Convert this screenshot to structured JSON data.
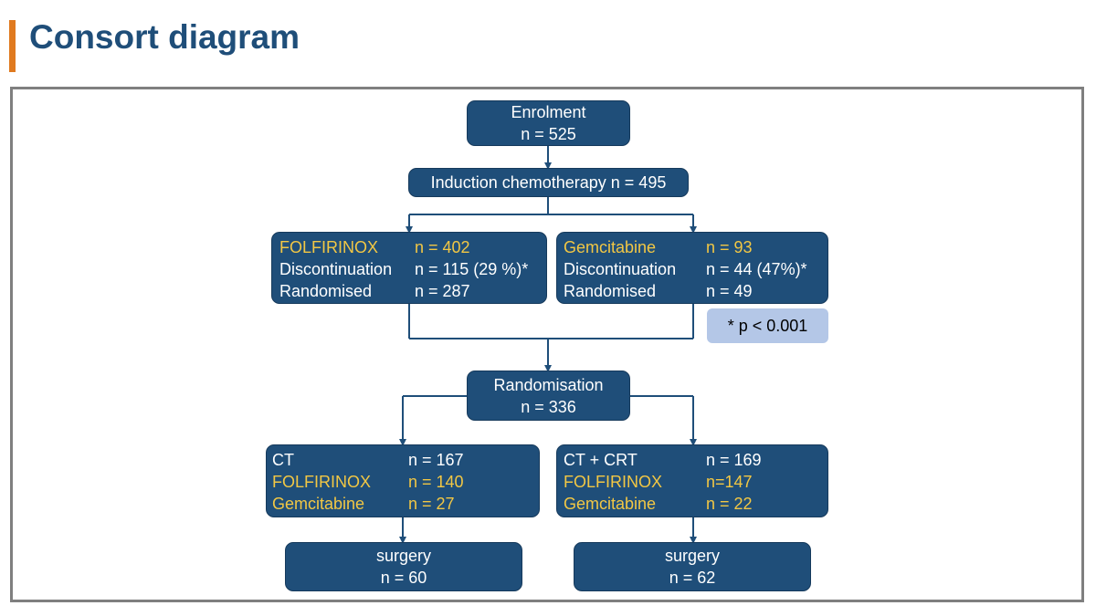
{
  "header": {
    "title": "Consort diagram"
  },
  "colors": {
    "box": "#1f4e79",
    "highlight": "#f2c744",
    "accent_bar": "#e07a1f",
    "note_bg": "#b4c7e7",
    "frame": "#7f7f7f"
  },
  "diagram": {
    "enrolment": {
      "label": "Enrolment",
      "value": "n = 525"
    },
    "induction": {
      "label": "Induction chemotherapy n = 495"
    },
    "folfirinox_arm": {
      "rows": [
        {
          "label": "FOLFIRINOX",
          "value": "n = 402"
        },
        {
          "label": "Discontinuation",
          "value": "n = 115 (29 %)*"
        },
        {
          "label": "Randomised",
          "value": "n = 287"
        }
      ]
    },
    "gemcitabine_arm": {
      "rows": [
        {
          "label": "Gemcitabine",
          "value": "n = 93"
        },
        {
          "label": "Discontinuation",
          "value": "n = 44 (47%)*"
        },
        {
          "label": "Randomised",
          "value": "n = 49"
        }
      ]
    },
    "note": "* p < 0.001",
    "randomisation": {
      "label": "Randomisation",
      "value": "n = 336"
    },
    "ct_arm": {
      "rows": [
        {
          "label": "CT",
          "value": "n = 167"
        },
        {
          "label": "FOLFIRINOX",
          "value": "n = 140"
        },
        {
          "label": "Gemcitabine",
          "value": "n = 27"
        }
      ]
    },
    "ctcrt_arm": {
      "rows": [
        {
          "label": "CT + CRT",
          "value": "n = 169"
        },
        {
          "label": "FOLFIRINOX",
          "value": "n=147"
        },
        {
          "label": "Gemcitabine",
          "value": "n = 22"
        }
      ]
    },
    "surgery_left": {
      "label": "surgery",
      "value": "n = 60"
    },
    "surgery_right": {
      "label": "surgery",
      "value": "n = 62"
    }
  }
}
